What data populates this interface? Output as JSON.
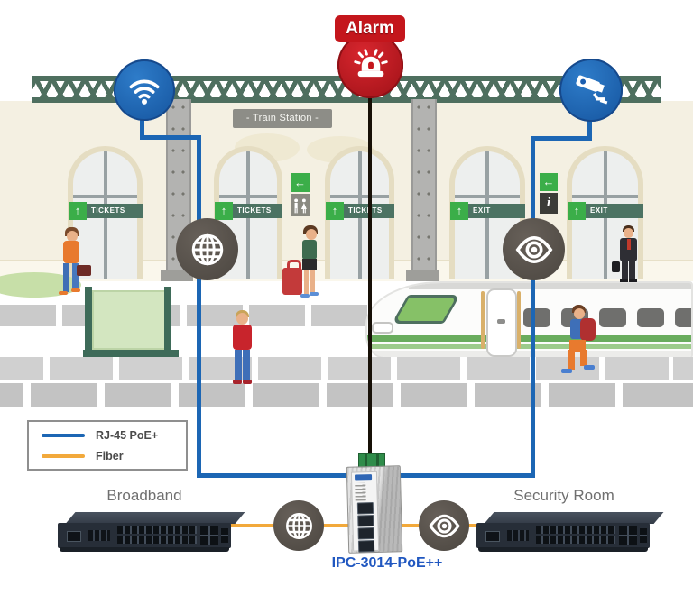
{
  "station": {
    "sign": "- Train Station -",
    "tickets": "TICKETS",
    "exit": "EXIT",
    "info": "i",
    "arrow_up": "↑",
    "arrow_left": "←"
  },
  "alarm_label": "Alarm",
  "legend": {
    "items": [
      {
        "label": "RJ-45 PoE+",
        "color": "#1C66B4"
      },
      {
        "label": "Fiber",
        "color": "#F2A93B"
      }
    ]
  },
  "devices": {
    "broadband": "Broadband",
    "security_room": "Security Room",
    "ipc_model": "IPC-3014-PoE++"
  },
  "icons": {
    "wifi": "wifi-icon",
    "cctv": "cctv-camera-icon",
    "alarm": "alarm-siren-icon",
    "internet": "globe-icon",
    "surveillance": "eye-icon",
    "restroom": "restroom-icon",
    "info": "info-icon"
  },
  "colors": {
    "rj45_poe_line": "#1C66B4",
    "fiber_line": "#F2A93B",
    "alarm_red": "#C4161C",
    "node_blue": "#1A5EB0",
    "node_gray": "#57514B",
    "truss_green": "#4E6F5F",
    "sign_green": "#3BAE49",
    "ipc_label_blue": "#2057C0"
  }
}
